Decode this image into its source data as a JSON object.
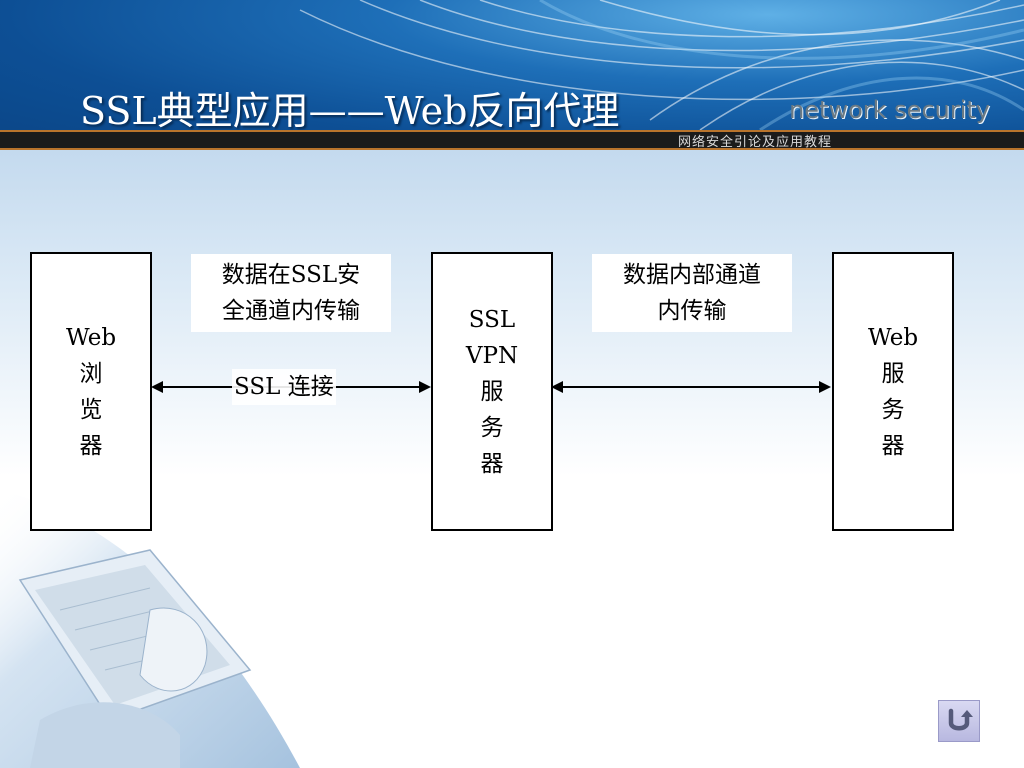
{
  "slide": {
    "title": "SSL典型应用——Web反向代理",
    "brand": "network security",
    "subtitle": "网络安全引论及应用教程",
    "nav_icon": "return-arrow-icon"
  },
  "diagram": {
    "nodes": {
      "browser": "Web\n浏\n览\n器",
      "vpn_server": "SSL\nVPN\n服\n务\n器",
      "web_server": "Web\n服\n务\n器"
    },
    "notes": {
      "ssl_tunnel": "数据在SSL安\n全通道内传输",
      "internal_tunnel": "数据内部通道\n内传输"
    },
    "edges": [
      {
        "from": "browser",
        "to": "vpn_server",
        "label": "SSL 连接",
        "direction": "both"
      },
      {
        "from": "vpn_server",
        "to": "web_server",
        "label": "",
        "direction": "both"
      }
    ]
  },
  "colors": {
    "header_blue": "#0d4f95",
    "stripe_dark": "#1b1b1b",
    "stripe_accent": "#b9742c",
    "brand_text": "#6b7a84"
  }
}
